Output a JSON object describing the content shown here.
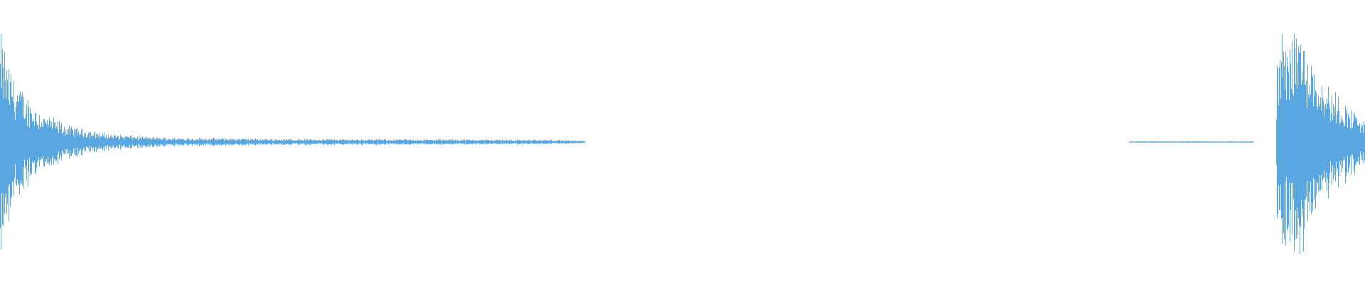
{
  "waveform": {
    "color": "#5aa6e1",
    "background": "#ffffff",
    "amplitude_envelope": [
      {
        "t": 0.0,
        "a": 0.62
      },
      {
        "t": 0.005,
        "a": 0.46
      },
      {
        "t": 0.015,
        "a": 0.3
      },
      {
        "t": 0.03,
        "a": 0.17
      },
      {
        "t": 0.05,
        "a": 0.09
      },
      {
        "t": 0.08,
        "a": 0.045
      },
      {
        "t": 0.12,
        "a": 0.025
      },
      {
        "t": 0.2,
        "a": 0.018
      },
      {
        "t": 0.3,
        "a": 0.016
      },
      {
        "t": 0.38,
        "a": 0.014
      },
      {
        "t": 0.41,
        "a": 0.012
      },
      {
        "t": 0.428,
        "a": 0.006
      },
      {
        "t": 0.429,
        "a": 0.0
      },
      {
        "t": 0.827,
        "a": 0.0
      },
      {
        "t": 0.828,
        "a": 0.004
      },
      {
        "t": 0.918,
        "a": 0.004
      },
      {
        "t": 0.919,
        "a": 0.0
      },
      {
        "t": 0.935,
        "a": 0.0
      },
      {
        "t": 0.936,
        "a": 0.55
      },
      {
        "t": 0.95,
        "a": 0.72
      },
      {
        "t": 0.96,
        "a": 0.52
      },
      {
        "t": 0.975,
        "a": 0.3
      },
      {
        "t": 1.0,
        "a": 0.12
      }
    ]
  }
}
